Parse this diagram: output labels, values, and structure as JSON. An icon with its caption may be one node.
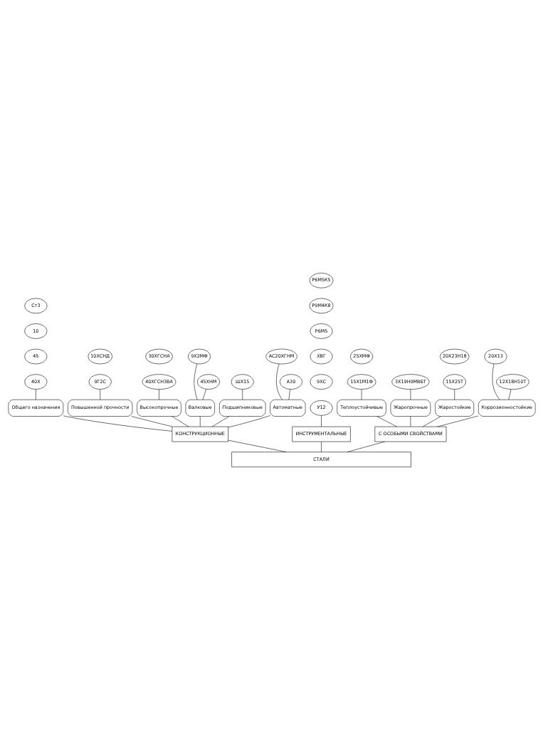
{
  "diagram": {
    "nodes": [
      {
        "text": [
          "СТАЛИ"
        ]
      },
      {
        "text": [
          "КОНСТРУКЦИОННЫЕ"
        ]
      },
      {
        "text": [
          "ИНСТРУМЕНТАЛЬНЫЕ"
        ]
      },
      {
        "text": [
          "С ОСОБЫМИ СВОЙСТВАМИ"
        ]
      },
      {
        "text": [
          "Общего назначения"
        ]
      },
      {
        "text": [
          "Повышенной прочности"
        ]
      },
      {
        "text": [
          "Высокопрочные"
        ]
      },
      {
        "text": [
          "Валковые"
        ]
      },
      {
        "text": [
          "Подшипниковые"
        ]
      },
      {
        "text": [
          "Автоматные"
        ]
      },
      {
        "text": [
          "Теплоустойчивые"
        ]
      },
      {
        "text": [
          "Жаропрочные"
        ]
      },
      {
        "text": [
          "Жаростойкие"
        ]
      },
      {
        "text": [
          "Коррозионностойкие"
        ]
      },
      {
        "text": [
          "Ст3"
        ]
      },
      {
        "text": [
          "10"
        ]
      },
      {
        "text": [
          "45"
        ]
      },
      {
        "text": [
          "40Х"
        ]
      },
      {
        "text": [
          "30ХГСНА"
        ]
      },
      {
        "text": [
          "40ХГСН3ВА"
        ]
      },
      {
        "text": [
          "АС20ХГНМ"
        ]
      },
      {
        "text": [
          "А30"
        ]
      },
      {
        "text": [
          "25ХМФ"
        ]
      },
      {
        "text": [
          "15Х1М1Ф"
        ]
      },
      {
        "text": [
          "3Х19Н9МВБТ"
        ]
      },
      {
        "text": [
          "Р6М5К5"
        ]
      },
      {
        "text": [
          "Р9М4К8"
        ]
      },
      {
        "text": [
          "Р6М5"
        ]
      },
      {
        "text": [
          "ХВГ"
        ]
      },
      {
        "text": [
          "9ХС"
        ]
      },
      {
        "text": [
          "У12"
        ]
      },
      {
        "text": [
          "20Х13"
        ]
      },
      {
        "text": [
          "12Х18Н10Т"
        ]
      },
      {
        "text": [
          "9Х2МФ"
        ]
      },
      {
        "text": [
          "45ХНМ"
        ]
      },
      {
        "text": [
          "10ХСНД"
        ]
      },
      {
        "text": [
          "9Г2С"
        ]
      },
      {
        "text": [
          "ШХ15"
        ]
      },
      {
        "text": [
          "20Х23Н18"
        ]
      },
      {
        "text": [
          "15Х25Т"
        ]
      }
    ],
    "edges": [
      {
        "from": 0,
        "to": 1,
        "arrow": "none"
      },
      {
        "from": 0,
        "to": 2,
        "arrow": "none"
      },
      {
        "from": 0,
        "to": 3,
        "arrow": "none"
      },
      {
        "from": 1,
        "to": 4,
        "arrow": "none"
      },
      {
        "from": 1,
        "to": 5,
        "arrow": "none"
      },
      {
        "from": 1,
        "to": 6,
        "arrow": "none"
      },
      {
        "from": 1,
        "to": 7,
        "arrow": "none"
      },
      {
        "from": 1,
        "to": 8,
        "arrow": "none"
      },
      {
        "from": 1,
        "to": 9,
        "arrow": "none"
      },
      {
        "from": 3,
        "to": 10,
        "arrow": "none"
      },
      {
        "from": 3,
        "to": 11,
        "arrow": "none"
      },
      {
        "from": 3,
        "to": 12,
        "arrow": "none"
      },
      {
        "from": 3,
        "to": 13,
        "arrow": "none"
      },
      {
        "from": 4,
        "to": 17,
        "arrow": "none"
      },
      {
        "from": 5,
        "to": 36,
        "arrow": "none"
      },
      {
        "from": 6,
        "to": 19,
        "arrow": "none"
      },
      {
        "from": 7,
        "to": 33,
        "arrow": "none"
      },
      {
        "from": 7,
        "to": 34,
        "arrow": "none"
      },
      {
        "from": 8,
        "to": 37,
        "arrow": "none"
      },
      {
        "from": 9,
        "to": 20,
        "arrow": "none"
      },
      {
        "from": 9,
        "to": 21,
        "arrow": "none"
      },
      {
        "from": 2,
        "to": 30,
        "arrow": "none"
      },
      {
        "from": 10,
        "to": 23,
        "arrow": "none"
      },
      {
        "from": 11,
        "to": 24,
        "arrow": "none"
      },
      {
        "from": 12,
        "to": 39,
        "arrow": "none"
      },
      {
        "from": 13,
        "to": 31,
        "arrow": "none"
      },
      {
        "from": 13,
        "to": 32,
        "arrow": "none"
      }
    ]
  }
}
